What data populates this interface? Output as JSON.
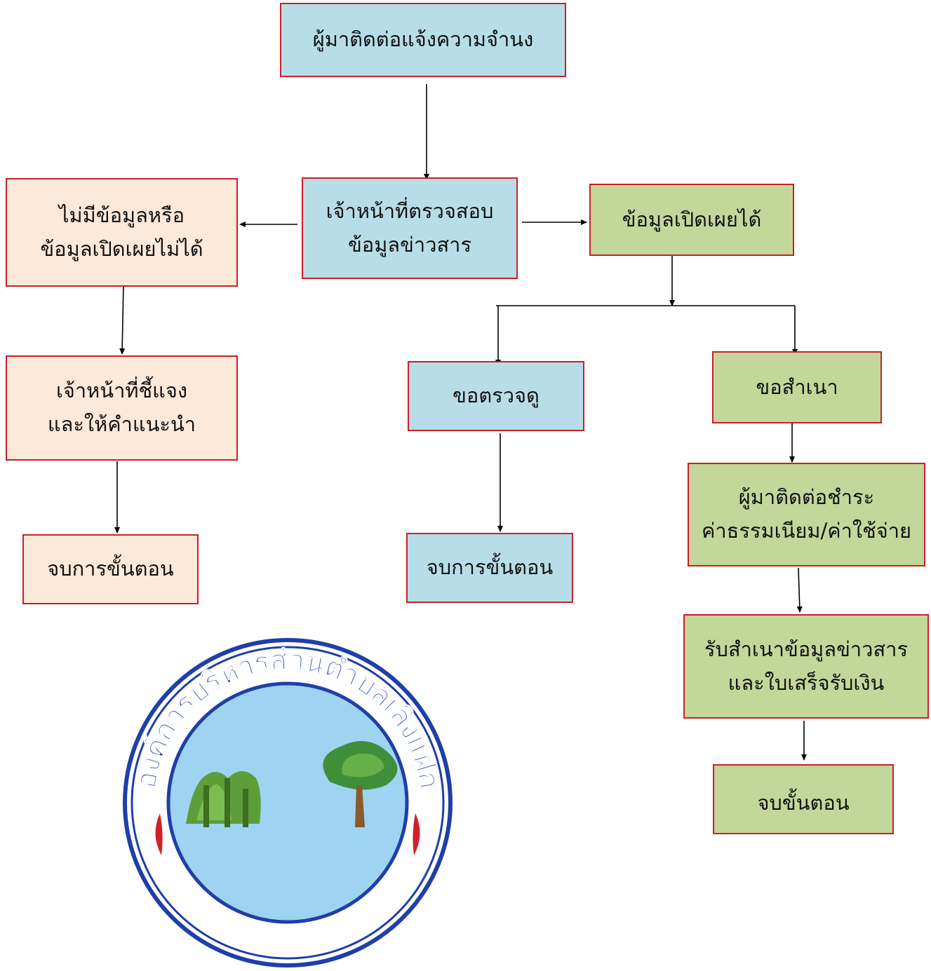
{
  "nodes": {
    "start": "ผู้มาติดต่อแจ้งความจำนง",
    "check": [
      "เจ้าหน้าที่ตรวจสอบ",
      "ข้อมูลข่าวสาร"
    ],
    "no_info": [
      "ไม่มีข้อมูลหรือ",
      "ข้อมูลเปิดเผยไม่ได้"
    ],
    "disclosable": "ข้อมูลเปิดเผยได้",
    "explain": [
      "เจ้าหน้าที่ชี้แจง",
      "และให้คำแนะนำ"
    ],
    "end_left": "จบการขั้นตอน",
    "inspect": "ขอตรวจดู",
    "end_middle": "จบการขั้นตอน",
    "copy_request": "ขอสำเนา",
    "pay_fee": [
      "ผู้มาติดต่อชำระ",
      "ค่าธรรมเนียม/ค่าใช้จ่าย"
    ],
    "receive_copy": [
      "รับสำเนาข้อมูลข่าวสาร",
      "และใบเสร็จรับเงิน"
    ],
    "end_right": "จบขั้นตอน"
  },
  "seal": {
    "text": "องค์การบริหารส่วนตำบลเลิงแฝก"
  },
  "colors": {
    "border": "#c8202a",
    "blue": "#b7dee8",
    "peach": "#fde9d9",
    "green": "#c4d79b"
  }
}
